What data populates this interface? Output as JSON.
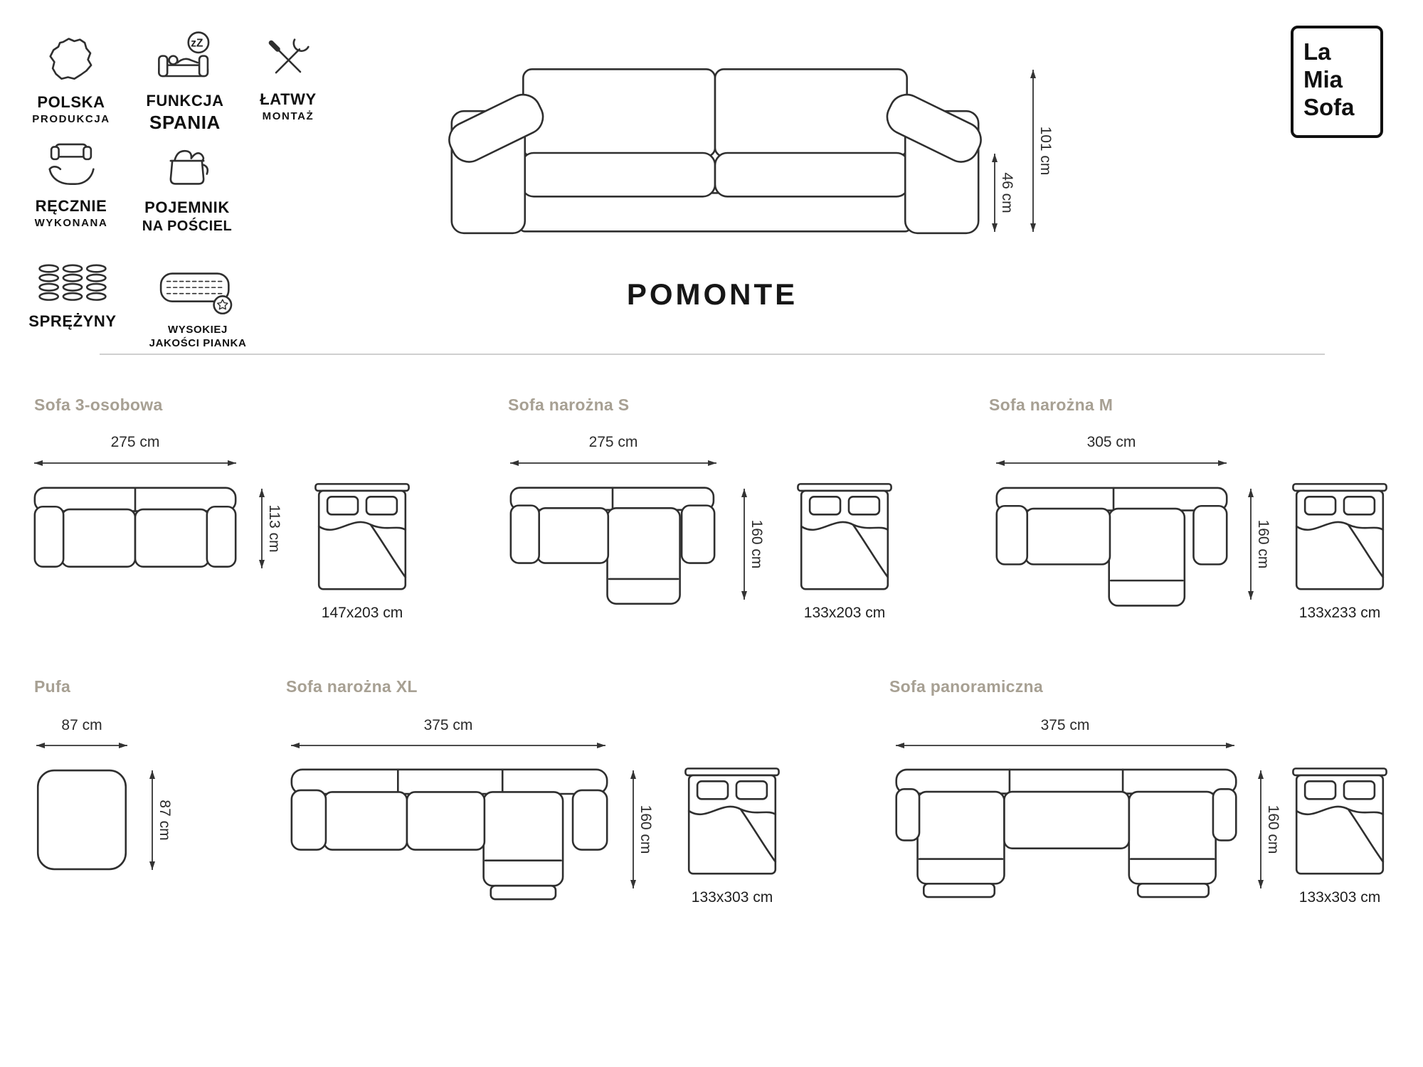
{
  "brand": {
    "line1": "La",
    "line2": "Mia",
    "line3": "Sofa"
  },
  "product": {
    "title": "POMONTE",
    "height": "101 cm",
    "seat_height": "46 cm"
  },
  "features": [
    {
      "icon": "poland-map-icon",
      "label": "POLSKA",
      "sublabel": "PRODUKCJA"
    },
    {
      "icon": "sleep-function-icon",
      "label": "FUNKCJA",
      "sublabel": "SPANIA"
    },
    {
      "icon": "easy-assembly-icon",
      "label": "ŁATWY",
      "sublabel": "MONTAŻ"
    },
    {
      "icon": "handmade-icon",
      "label": "RĘCZNIE",
      "sublabel": "WYKONANA"
    },
    {
      "icon": "bedding-storage-icon",
      "label": "POJEMNIK",
      "sublabel": "NA POŚCIEL"
    },
    {
      "icon": "springs-icon",
      "label": "SPRĘŻYNY",
      "sublabel": ""
    },
    {
      "icon": "foam-quality-icon",
      "label": "WYSOKIEJ",
      "sublabel": "JAKOŚCI PIANKA"
    }
  ],
  "variants": [
    {
      "title": "Sofa 3-osobowa",
      "width": "275 cm",
      "depth": "113 cm",
      "bed_size": "147x203 cm"
    },
    {
      "title": "Sofa narożna S",
      "width": "275 cm",
      "depth": "160 cm",
      "bed_size": "133x203 cm"
    },
    {
      "title": "Sofa narożna M",
      "width": "305 cm",
      "depth": "160 cm",
      "bed_size": "133x233 cm"
    },
    {
      "title": "Pufa",
      "width": "87 cm",
      "depth": "87 cm",
      "bed_size": ""
    },
    {
      "title": "Sofa narożna XL",
      "width": "375 cm",
      "depth": "160 cm",
      "bed_size": "133x303 cm"
    },
    {
      "title": "Sofa panoramiczna",
      "width": "375 cm",
      "depth": "160 cm",
      "bed_size": "133x303 cm"
    }
  ]
}
